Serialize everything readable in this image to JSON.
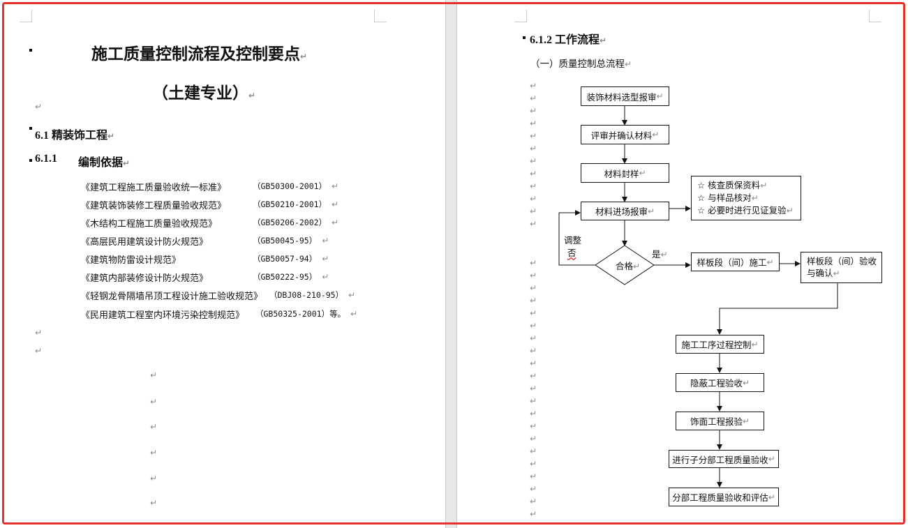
{
  "return_mark": "↵",
  "left_page": {
    "title": "施工质量控制流程及控制要点",
    "subtitle": "（土建专业）",
    "section_heading": "6.1 精装饰工程",
    "subsection_number": "6.1.1",
    "subsection_title": "编制依据",
    "references": [
      {
        "name": "《建筑工程施工质量验收统一标准》",
        "code": "（GB50300-2001）"
      },
      {
        "name": "《建筑装饰装修工程质量验收规范》",
        "code": "（GB50210-2001）"
      },
      {
        "name": "《木结构工程施工质量验收规范》",
        "code": "（GB50206-2002）"
      },
      {
        "name": "《高层民用建筑设计防火规范》",
        "code": "（GB50045-95）"
      },
      {
        "name": "《建筑物防雷设计规范》",
        "code": "（GB50057-94）"
      },
      {
        "name": "《建筑内部装修设计防火规范》",
        "code": "（GB50222-95）"
      },
      {
        "name": "《轻钢龙骨隔墙吊顶工程设计施工验收规范》",
        "code": "（DBJ08-210-95）"
      },
      {
        "name": "《民用建筑工程室内环境污染控制规范》",
        "code": "（GB50325-2001）等。"
      }
    ]
  },
  "right_page": {
    "section_heading": "6.1.2 工作流程",
    "flow_title": "（一）质量控制总流程",
    "flowchart": {
      "step1": "装饰材料选型报审",
      "step2": "评审并确认材料",
      "step3": "材料封样",
      "step4": "材料进场报审",
      "check_items": [
        "☆  核查质保资料",
        "☆  与样品核对",
        "☆  必要时进行见证复验"
      ],
      "decision": "合格",
      "yes_label": "是",
      "adjust_label": "调整",
      "no_label": "否",
      "sample_construction": "样板段（间）施工",
      "sample_acceptance_line1": "样板段（间）验收",
      "sample_acceptance_line2": "与确认",
      "process_control": "施工工序过程控制",
      "concealed_acceptance": "隐蔽工程验收",
      "finish_inspection": "饰面工程报验",
      "subdivision_acceptance": "进行子分部工程质量验收",
      "division_evaluation": "分部工程质量验收和评估"
    }
  }
}
